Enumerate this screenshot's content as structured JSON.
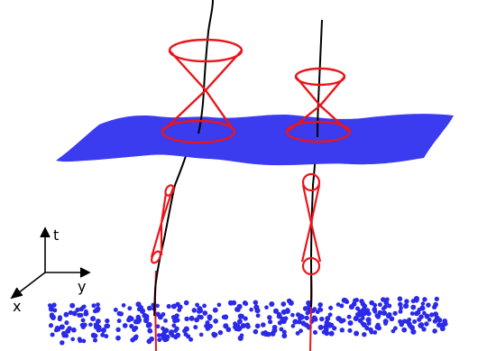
{
  "axes": {
    "t_label": "t",
    "y_label": "y",
    "x_label": "x"
  },
  "colors": {
    "surface": "#3b3bf0",
    "cone": "#e8161c",
    "worldline": "#000000",
    "dots": "#2a2ae8",
    "background": "#ffffff"
  }
}
